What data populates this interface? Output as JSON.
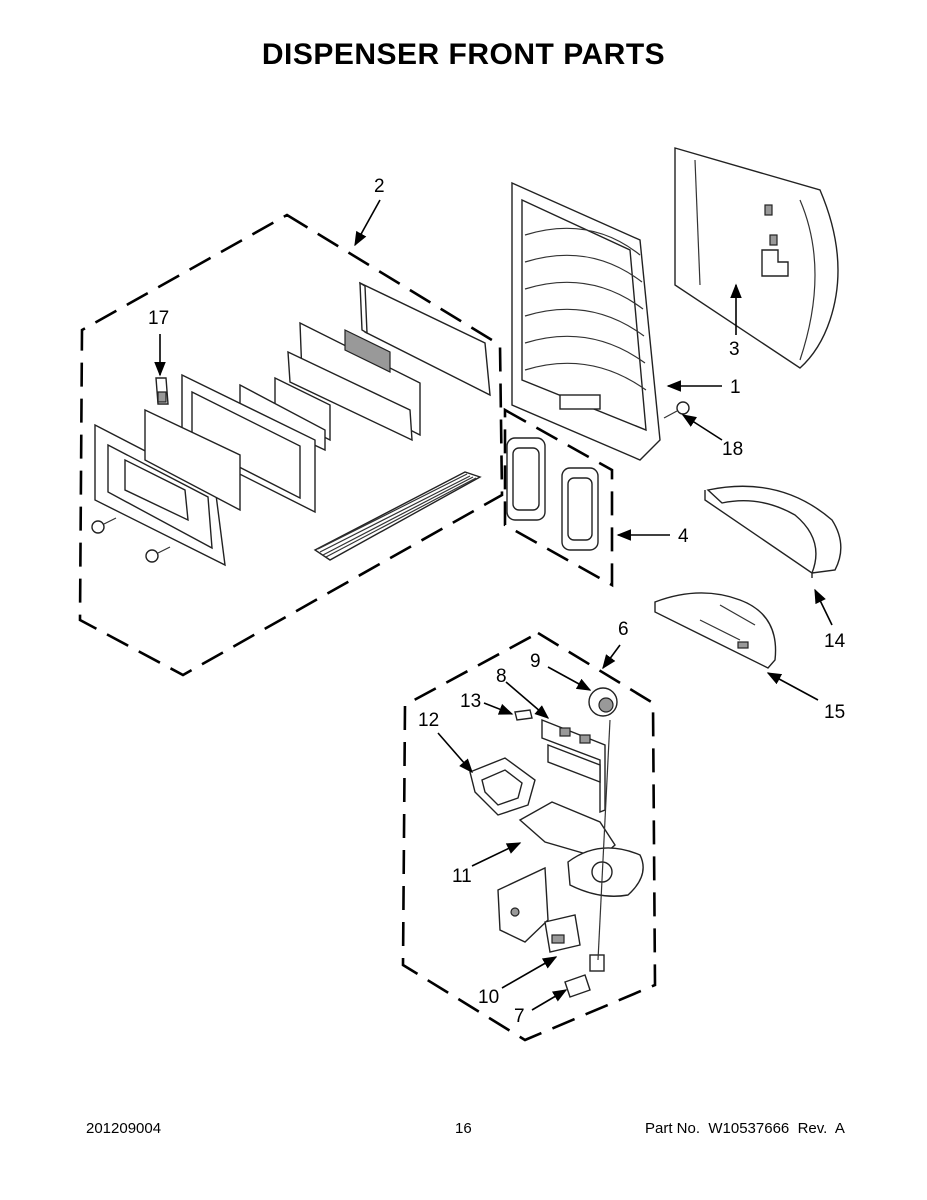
{
  "title": "DISPENSER FRONT PARTS",
  "callouts": {
    "p1": "1",
    "p2": "2",
    "p3": "3",
    "p4": "4",
    "p6": "6",
    "p7": "7",
    "p8": "8",
    "p9": "9",
    "p10": "10",
    "p11": "11",
    "p12": "12",
    "p13": "13",
    "p14": "14",
    "p15": "15",
    "p17": "17",
    "p18": "18"
  },
  "footer": {
    "date_code": "201209004",
    "page_number": "16",
    "part_number": "Part No.  W10537666  Rev.  A"
  }
}
